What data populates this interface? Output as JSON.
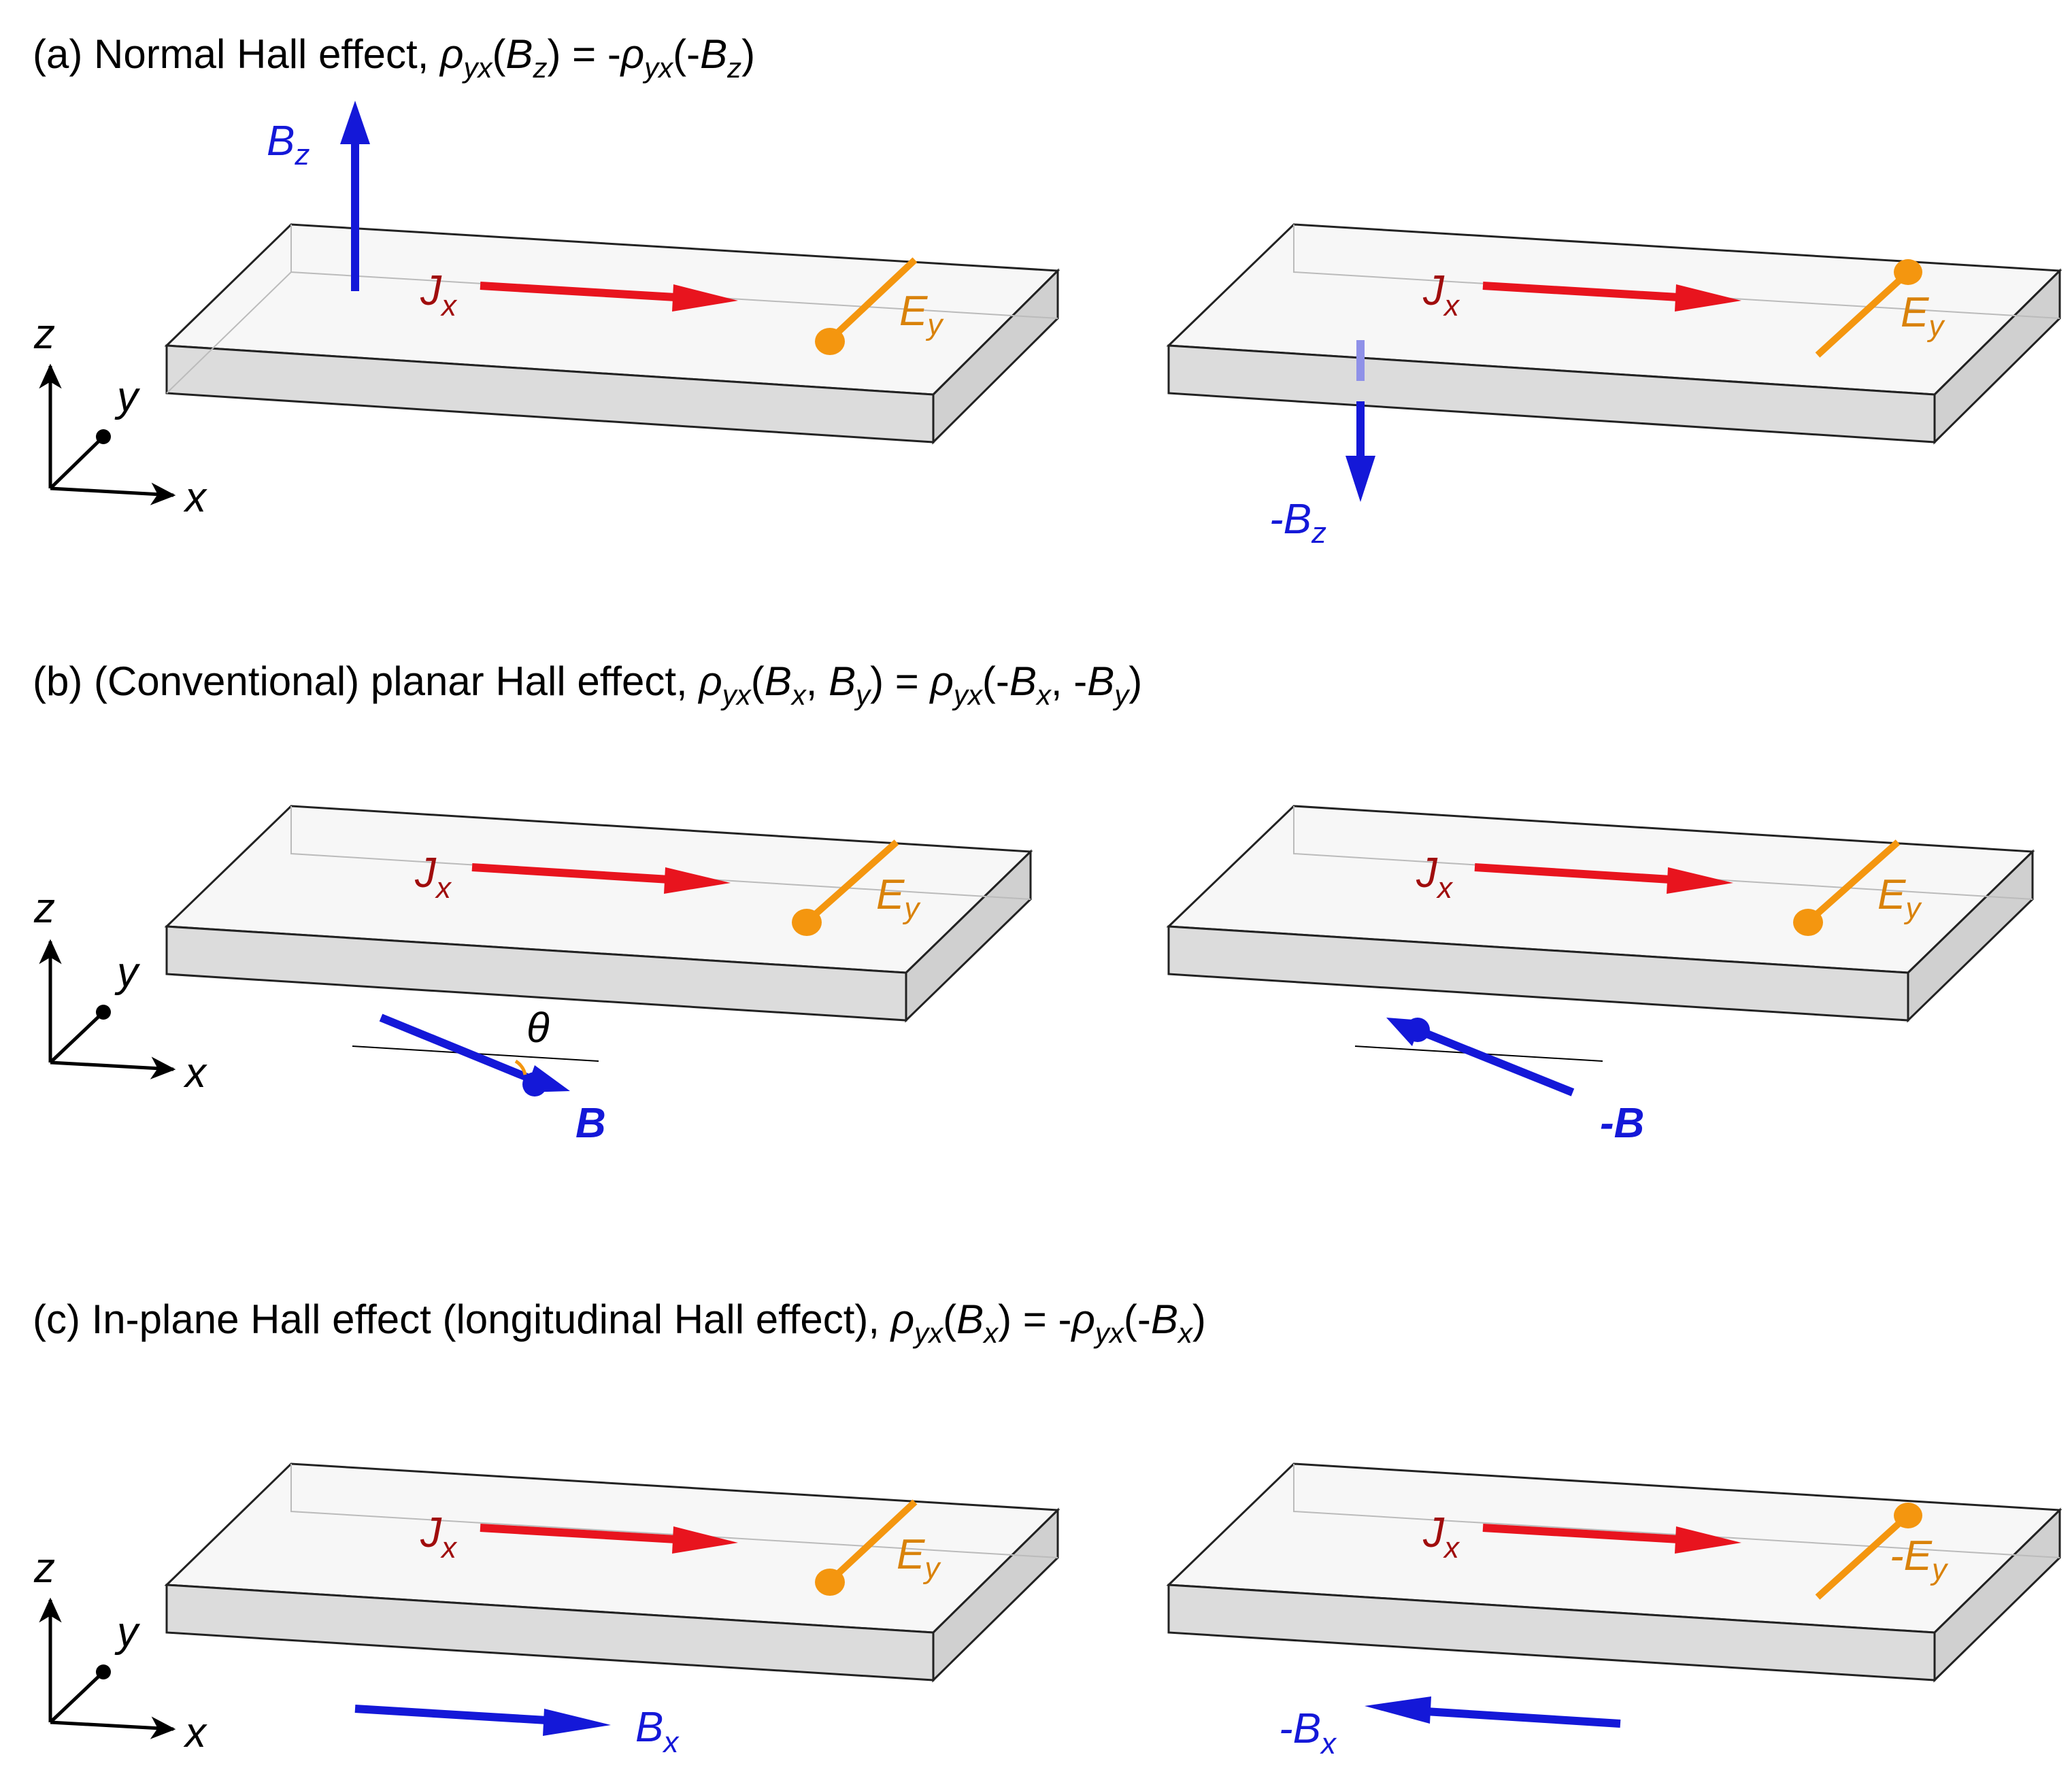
{
  "colors": {
    "current": "#e8141e",
    "current_label": "#a00d0d",
    "field": "#1418d8",
    "efield": "#f4960f",
    "efield_label": "#d9820a",
    "slab_top": "#f7f7f7",
    "slab_side": "#dcdcdc",
    "slab_edge": "#222222",
    "axes": "#000000"
  },
  "panels": [
    {
      "id": "a",
      "caption": {
        "prefix": "(a) Normal Hall effect, ",
        "formula": [
          {
            "t": "ρ",
            "i": true
          },
          {
            "t": "yx",
            "i": true,
            "s": "sub"
          },
          {
            "t": "("
          },
          {
            "t": "B",
            "i": true
          },
          {
            "t": "z",
            "i": true,
            "s": "sub"
          },
          {
            "t": ") = -"
          },
          {
            "t": "ρ",
            "i": true
          },
          {
            "t": "yx",
            "i": true,
            "s": "sub"
          },
          {
            "t": "(-"
          },
          {
            "t": "B",
            "i": true
          },
          {
            "t": "z",
            "i": true,
            "s": "sub"
          },
          {
            "t": ")"
          }
        ]
      },
      "axes": {
        "x": "x",
        "y": "y",
        "z": "z"
      },
      "left": {
        "j_label": "J",
        "j_sub": "x",
        "e_label": "E",
        "e_sub": "y",
        "b_label": "B",
        "b_sub": "z",
        "e_direction": "+y",
        "b_direction": "+z"
      },
      "right": {
        "j_label": "J",
        "j_sub": "x",
        "e_label": "E",
        "e_sub": "y",
        "b_label": "-B",
        "b_sub": "z",
        "e_direction": "-y",
        "b_direction": "-z"
      }
    },
    {
      "id": "b",
      "caption": {
        "prefix": "(b) (Conventional) planar Hall effect, ",
        "formula": [
          {
            "t": "ρ",
            "i": true
          },
          {
            "t": "yx",
            "i": true,
            "s": "sub"
          },
          {
            "t": "("
          },
          {
            "t": "B",
            "i": true
          },
          {
            "t": "x",
            "i": true,
            "s": "sub"
          },
          {
            "t": ", "
          },
          {
            "t": "B",
            "i": true
          },
          {
            "t": "y",
            "i": true,
            "s": "sub"
          },
          {
            "t": ") = "
          },
          {
            "t": "ρ",
            "i": true
          },
          {
            "t": "yx",
            "i": true,
            "s": "sub"
          },
          {
            "t": "(-"
          },
          {
            "t": "B",
            "i": true
          },
          {
            "t": "x",
            "i": true,
            "s": "sub"
          },
          {
            "t": ", -"
          },
          {
            "t": "B",
            "i": true
          },
          {
            "t": "y",
            "i": true,
            "s": "sub"
          },
          {
            "t": ")"
          }
        ]
      },
      "axes": {
        "x": "x",
        "y": "y",
        "z": "z"
      },
      "left": {
        "j_label": "J",
        "j_sub": "x",
        "e_label": "E",
        "e_sub": "y",
        "b_label": "B",
        "angle_label": "θ",
        "e_direction": "+y",
        "b_direction": "in-plane"
      },
      "right": {
        "j_label": "J",
        "j_sub": "x",
        "e_label": "E",
        "e_sub": "y",
        "b_label": "-B",
        "e_direction": "+y",
        "b_direction": "reversed in-plane"
      }
    },
    {
      "id": "c",
      "caption": {
        "prefix": "(c) In-plane Hall effect (longitudinal Hall effect), ",
        "formula": [
          {
            "t": "ρ",
            "i": true
          },
          {
            "t": "yx",
            "i": true,
            "s": "sub"
          },
          {
            "t": "("
          },
          {
            "t": "B",
            "i": true
          },
          {
            "t": "x",
            "i": true,
            "s": "sub"
          },
          {
            "t": ") = -"
          },
          {
            "t": "ρ",
            "i": true
          },
          {
            "t": "yx",
            "i": true,
            "s": "sub"
          },
          {
            "t": "(-"
          },
          {
            "t": "B",
            "i": true
          },
          {
            "t": "x",
            "i": true,
            "s": "sub"
          },
          {
            "t": ")"
          }
        ]
      },
      "axes": {
        "x": "x",
        "y": "y",
        "z": "z"
      },
      "left": {
        "j_label": "J",
        "j_sub": "x",
        "e_label": "E",
        "e_sub": "y",
        "b_label": "B",
        "b_sub": "x",
        "e_direction": "+y",
        "b_direction": "+x"
      },
      "right": {
        "j_label": "J",
        "j_sub": "x",
        "e_label": "-E",
        "e_sub": "y",
        "b_label": "-B",
        "b_sub": "x",
        "e_direction": "-y",
        "b_direction": "-x"
      }
    }
  ]
}
